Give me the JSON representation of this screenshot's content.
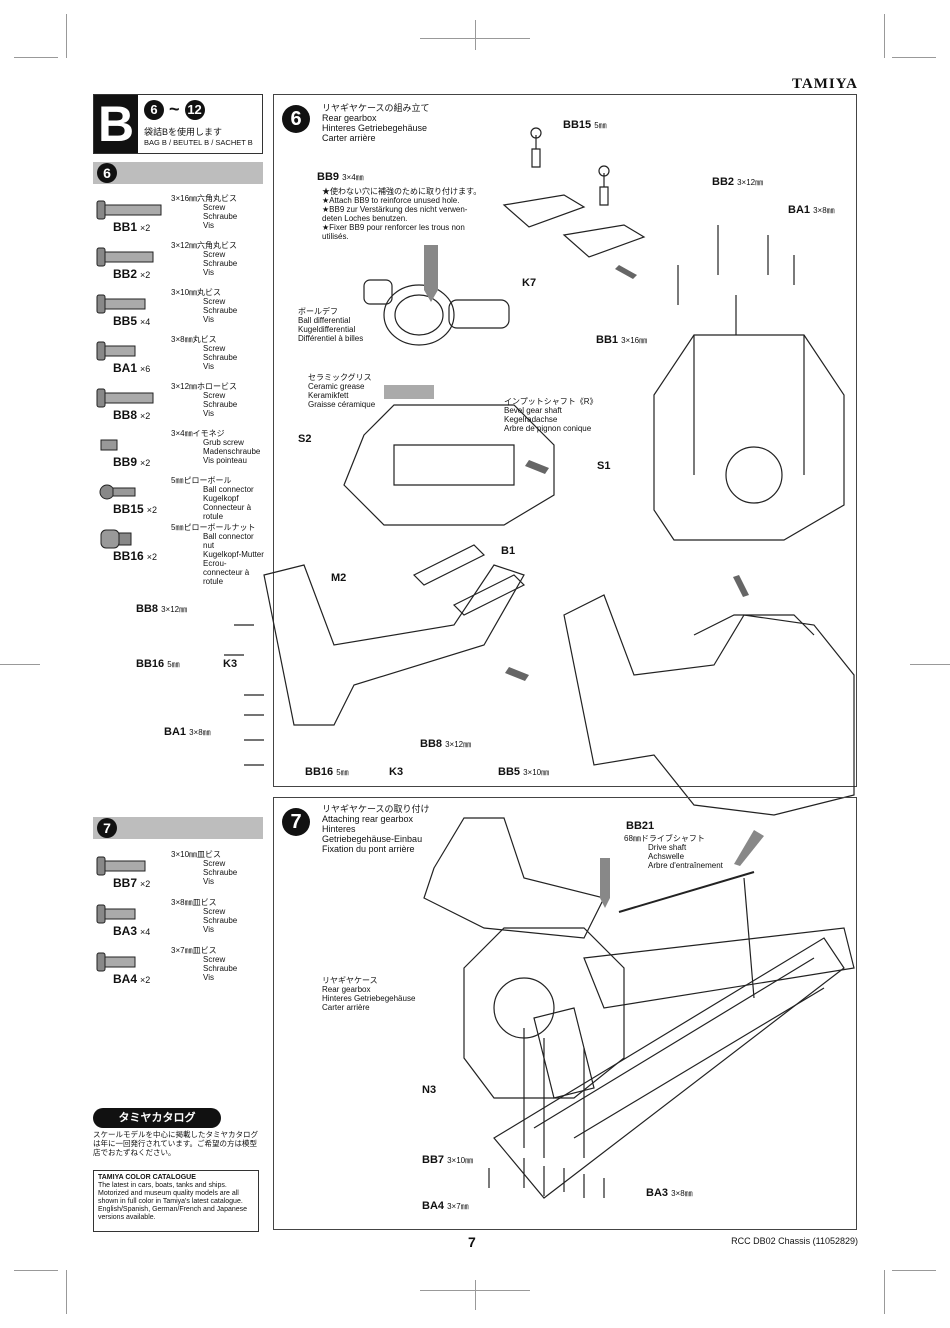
{
  "brand": "TAMIYA",
  "bag": {
    "letter": "B",
    "steps_start": "6",
    "steps_sep": "~",
    "steps_end": "12",
    "jp": "袋詰Bを使用します",
    "langs": "BAG B / BEUTEL B / SACHET B"
  },
  "parts_step6": [
    {
      "code": "BB1",
      "qty": "×2",
      "jp": "3×16㎜六角丸ビス",
      "en": "Screw",
      "de": "Schraube",
      "fr": "Vis"
    },
    {
      "code": "BB2",
      "qty": "×2",
      "jp": "3×12㎜六角丸ビス",
      "en": "Screw",
      "de": "Schraube",
      "fr": "Vis"
    },
    {
      "code": "BB5",
      "qty": "×4",
      "jp": "3×10㎜丸ビス",
      "en": "Screw",
      "de": "Schraube",
      "fr": "Vis"
    },
    {
      "code": "BA1",
      "qty": "×6",
      "jp": "3×8㎜丸ビス",
      "en": "Screw",
      "de": "Schraube",
      "fr": "Vis"
    },
    {
      "code": "BB8",
      "qty": "×2",
      "jp": "3×12㎜ホロービス",
      "en": "Screw",
      "de": "Schraube",
      "fr": "Vis"
    },
    {
      "code": "BB9",
      "qty": "×2",
      "jp": "3×4㎜イモネジ",
      "en": "Grub screw",
      "de": "Madenschraube",
      "fr": "Vis pointeau"
    },
    {
      "code": "BB15",
      "qty": "×2",
      "jp": "5㎜ピローボール",
      "en": "Ball connector",
      "de": "Kugelkopf",
      "fr": "Connecteur à rotule"
    },
    {
      "code": "BB16",
      "qty": "×2",
      "jp": "5㎜ピローボールナット",
      "en": "Ball connector nut",
      "de": "Kugelkopf-Mutter",
      "fr": "Ecrou-connecteur à rotule"
    }
  ],
  "parts_step7": [
    {
      "code": "BB7",
      "qty": "×2",
      "jp": "3×10㎜皿ビス",
      "en": "Screw",
      "de": "Schraube",
      "fr": "Vis"
    },
    {
      "code": "BA3",
      "qty": "×4",
      "jp": "3×8㎜皿ビス",
      "en": "Screw",
      "de": "Schraube",
      "fr": "Vis"
    },
    {
      "code": "BA4",
      "qty": "×2",
      "jp": "3×7㎜皿ビス",
      "en": "Screw",
      "de": "Schraube",
      "fr": "Vis"
    }
  ],
  "step6": {
    "num": "6",
    "jp": "リヤギヤケースの組み立て",
    "en": "Rear gearbox",
    "de": "Hinteres Getriebegehäuse",
    "fr": "Carter arrière",
    "bb9_label": "BB9",
    "bb9_size": "3×4㎜",
    "bb9_note": [
      "★使わない穴に補強のために取り付けます。",
      "★Attach BB9 to reinforce unused hole.",
      "★BB9 zur Verstärkung des nicht verwen-",
      "deten Loches benutzen.",
      "★Fixer BB9 pour renforcer les trous non",
      "utilisés."
    ],
    "ball_diff": [
      "ボールデフ",
      "Ball differential",
      "Kugeldifferential",
      "Différentiel à billes"
    ],
    "grease": [
      "セラミックグリス",
      "Ceramic grease",
      "Keramikfett",
      "Graisse céramique"
    ],
    "input_shaft": [
      "インプットシャフト《R》",
      "Bevel gear shaft",
      "Kegelradachse",
      "Arbre de pignon conique"
    ],
    "labels": {
      "bb15": "BB15",
      "bb15_size": "5㎜",
      "bb2": "BB2",
      "bb2_size": "3×12㎜",
      "ba1": "BA1",
      "ba1_size": "3×8㎜",
      "bb1": "BB1",
      "bb1_size": "3×16㎜",
      "k7": "K7",
      "s2": "S2",
      "s1": "S1",
      "b1": "B1",
      "m2": "M2",
      "bb8a": "BB8",
      "bb8a_size": "3×12㎜",
      "bb16a": "BB16",
      "bb16a_size": "5㎜",
      "k3a": "K3",
      "ba1b": "BA1",
      "ba1b_size": "3×8㎜",
      "bb8b": "BB8",
      "bb8b_size": "3×12㎜",
      "bb16b": "BB16",
      "bb16b_size": "5㎜",
      "k3b": "K3",
      "bb5": "BB5",
      "bb5_size": "3×10㎜"
    }
  },
  "step7": {
    "num": "7",
    "jp": "リヤギヤケースの取り付け",
    "en": "Attaching rear gearbox",
    "de": "Hinteres",
    "de2": "Getriebegehäuse-Einbau",
    "fr": "Fixation du pont arrière",
    "bb21": "BB21",
    "bb21_desc": [
      "68㎜ドライブシャフト",
      "Drive shaft",
      "Achswelle",
      "Arbre d'entraînement"
    ],
    "gearbox": [
      "リヤギヤケース",
      "Rear gearbox",
      "Hinteres Getriebegehäuse",
      "Carter arrière"
    ],
    "n3": "N3",
    "bb7": "BB7",
    "bb7_size": "3×10㎜",
    "ba4": "BA4",
    "ba4_size": "3×7㎜",
    "ba3": "BA3",
    "ba3_size": "3×8㎜"
  },
  "catalog": {
    "head": "タミヤカタログ",
    "jp": "スケールモデルを中心に掲載したタミヤカタログは年に一回発行されています。ご希望の方は模型店でおたずねください。",
    "title": "TAMIYA COLOR CATALOGUE",
    "body": "The latest in cars, boats, tanks and ships. Motorized and museum quality models are all shown in full color in Tamiya's latest catalogue. English/Spanish, German/French and Japanese versions available."
  },
  "page_number": "7",
  "footer": "RCC DB02 Chassis (11052829)",
  "colors": {
    "ink": "#111111",
    "step_bar": "#bdbdbd",
    "frame": "#444444"
  }
}
